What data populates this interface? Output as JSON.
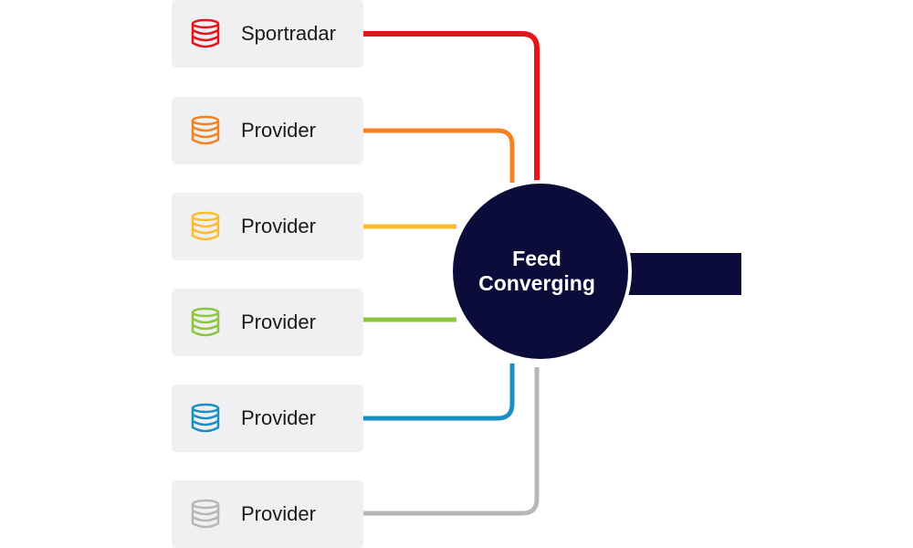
{
  "hub": {
    "line1": "Feed",
    "line2": "Converging",
    "color": "#0b0c3a"
  },
  "sources": [
    {
      "label": "Sportradar",
      "icon": "database-icon",
      "color": "#e8141c"
    },
    {
      "label": "Provider",
      "icon": "database-icon",
      "color": "#f58220"
    },
    {
      "label": "Provider",
      "icon": "database-icon",
      "color": "#fbbd2e"
    },
    {
      "label": "Provider",
      "icon": "database-icon",
      "color": "#8cc63f"
    },
    {
      "label": "Provider",
      "icon": "database-icon",
      "color": "#1a8fc4"
    },
    {
      "label": "Provider",
      "icon": "database-icon",
      "color": "#b7b7b7"
    }
  ],
  "box_color": "#f0f0f2"
}
